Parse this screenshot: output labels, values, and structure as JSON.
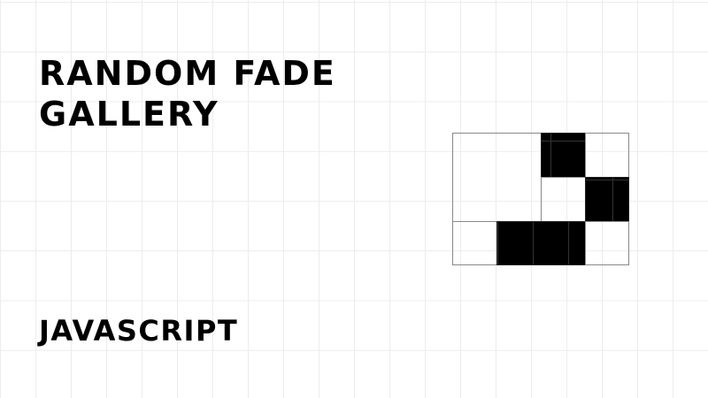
{
  "title_line1": "RANDOM FADE",
  "title_line2": "GALLERY",
  "subtitle": "JAVASCRIPT",
  "colors": {
    "tile_dark": "#000000",
    "tile_light": "#ffffff",
    "grid": "#ececec"
  }
}
